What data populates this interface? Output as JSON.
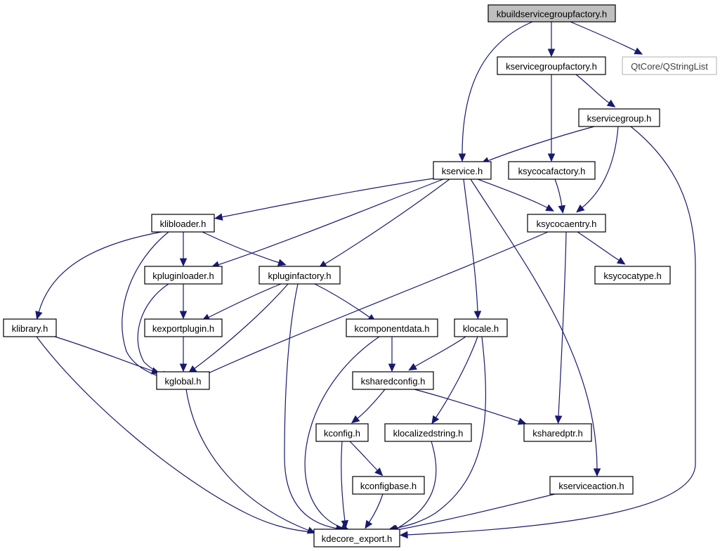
{
  "diagram": {
    "title": "kbuildservicegroupfactory.h include dependency graph",
    "colors": {
      "edge": "#191970",
      "root_fill": "#bfbfbf",
      "node_fill": "#ffffff",
      "external_border": "#bfbfbf"
    },
    "nodes": [
      {
        "id": "kbuildservicegroupfactory",
        "label": "kbuildservicegroupfactory.h",
        "kind": "root"
      },
      {
        "id": "kservicegroupfactory",
        "label": "kservicegroupfactory.h",
        "kind": "normal"
      },
      {
        "id": "qstringlist",
        "label": "QtCore/QStringList",
        "kind": "external"
      },
      {
        "id": "kservicegroup",
        "label": "kservicegroup.h",
        "kind": "normal"
      },
      {
        "id": "kservice",
        "label": "kservice.h",
        "kind": "normal"
      },
      {
        "id": "ksycocafactory",
        "label": "ksycocafactory.h",
        "kind": "normal"
      },
      {
        "id": "klibloader",
        "label": "klibloader.h",
        "kind": "normal"
      },
      {
        "id": "ksycocaentry",
        "label": "ksycocaentry.h",
        "kind": "normal"
      },
      {
        "id": "kpluginloader",
        "label": "kpluginloader.h",
        "kind": "normal"
      },
      {
        "id": "kpluginfactory",
        "label": "kpluginfactory.h",
        "kind": "normal"
      },
      {
        "id": "ksycocatype",
        "label": "ksycocatype.h",
        "kind": "normal"
      },
      {
        "id": "klibrary",
        "label": "klibrary.h",
        "kind": "normal"
      },
      {
        "id": "kexportplugin",
        "label": "kexportplugin.h",
        "kind": "normal"
      },
      {
        "id": "kcomponentdata",
        "label": "kcomponentdata.h",
        "kind": "normal"
      },
      {
        "id": "klocale",
        "label": "klocale.h",
        "kind": "normal"
      },
      {
        "id": "kglobal",
        "label": "kglobal.h",
        "kind": "normal"
      },
      {
        "id": "ksharedconfig",
        "label": "ksharedconfig.h",
        "kind": "normal"
      },
      {
        "id": "kconfig",
        "label": "kconfig.h",
        "kind": "normal"
      },
      {
        "id": "klocalizedstring",
        "label": "klocalizedstring.h",
        "kind": "normal"
      },
      {
        "id": "ksharedptr",
        "label": "ksharedptr.h",
        "kind": "normal"
      },
      {
        "id": "kconfigbase",
        "label": "kconfigbase.h",
        "kind": "normal"
      },
      {
        "id": "kserviceaction",
        "label": "kserviceaction.h",
        "kind": "normal"
      },
      {
        "id": "kdecore_export",
        "label": "kdecore_export.h",
        "kind": "normal"
      }
    ],
    "edges": [
      {
        "from": "kbuildservicegroupfactory",
        "to": "kservicegroupfactory"
      },
      {
        "from": "kbuildservicegroupfactory",
        "to": "qstringlist"
      },
      {
        "from": "kbuildservicegroupfactory",
        "to": "kservice"
      },
      {
        "from": "kservicegroupfactory",
        "to": "kservicegroup"
      },
      {
        "from": "kservicegroupfactory",
        "to": "ksycocafactory"
      },
      {
        "from": "kservicegroup",
        "to": "kservice"
      },
      {
        "from": "kservicegroup",
        "to": "ksycocaentry"
      },
      {
        "from": "kservicegroup",
        "to": "kdecore_export"
      },
      {
        "from": "ksycocafactory",
        "to": "ksycocaentry"
      },
      {
        "from": "kservice",
        "to": "klibloader"
      },
      {
        "from": "kservice",
        "to": "kpluginloader"
      },
      {
        "from": "kservice",
        "to": "kpluginfactory"
      },
      {
        "from": "kservice",
        "to": "ksycocaentry"
      },
      {
        "from": "kservice",
        "to": "klocale"
      },
      {
        "from": "kservice",
        "to": "kserviceaction"
      },
      {
        "from": "klibloader",
        "to": "klibrary"
      },
      {
        "from": "klibloader",
        "to": "kpluginloader"
      },
      {
        "from": "klibloader",
        "to": "kpluginfactory"
      },
      {
        "from": "klibloader",
        "to": "kglobal"
      },
      {
        "from": "ksycocaentry",
        "to": "ksycocatype"
      },
      {
        "from": "ksycocaentry",
        "to": "ksharedptr"
      },
      {
        "from": "ksycocaentry",
        "to": "kglobal"
      },
      {
        "from": "kpluginloader",
        "to": "kexportplugin"
      },
      {
        "from": "kpluginloader",
        "to": "kglobal"
      },
      {
        "from": "kpluginfactory",
        "to": "kexportplugin"
      },
      {
        "from": "kpluginfactory",
        "to": "kglobal"
      },
      {
        "from": "kpluginfactory",
        "to": "kcomponentdata"
      },
      {
        "from": "kpluginfactory",
        "to": "kdecore_export"
      },
      {
        "from": "klibrary",
        "to": "kglobal"
      },
      {
        "from": "klibrary",
        "to": "kdecore_export"
      },
      {
        "from": "kexportplugin",
        "to": "kglobal"
      },
      {
        "from": "kcomponentdata",
        "to": "ksharedconfig"
      },
      {
        "from": "kcomponentdata",
        "to": "kdecore_export"
      },
      {
        "from": "klocale",
        "to": "ksharedconfig"
      },
      {
        "from": "klocale",
        "to": "klocalizedstring"
      },
      {
        "from": "klocale",
        "to": "kdecore_export"
      },
      {
        "from": "kglobal",
        "to": "kdecore_export"
      },
      {
        "from": "ksharedconfig",
        "to": "kconfig"
      },
      {
        "from": "ksharedconfig",
        "to": "ksharedptr"
      },
      {
        "from": "kconfig",
        "to": "kconfigbase"
      },
      {
        "from": "kconfig",
        "to": "kdecore_export"
      },
      {
        "from": "klocalizedstring",
        "to": "kdecore_export"
      },
      {
        "from": "kconfigbase",
        "to": "kdecore_export"
      },
      {
        "from": "kserviceaction",
        "to": "kdecore_export"
      }
    ]
  }
}
